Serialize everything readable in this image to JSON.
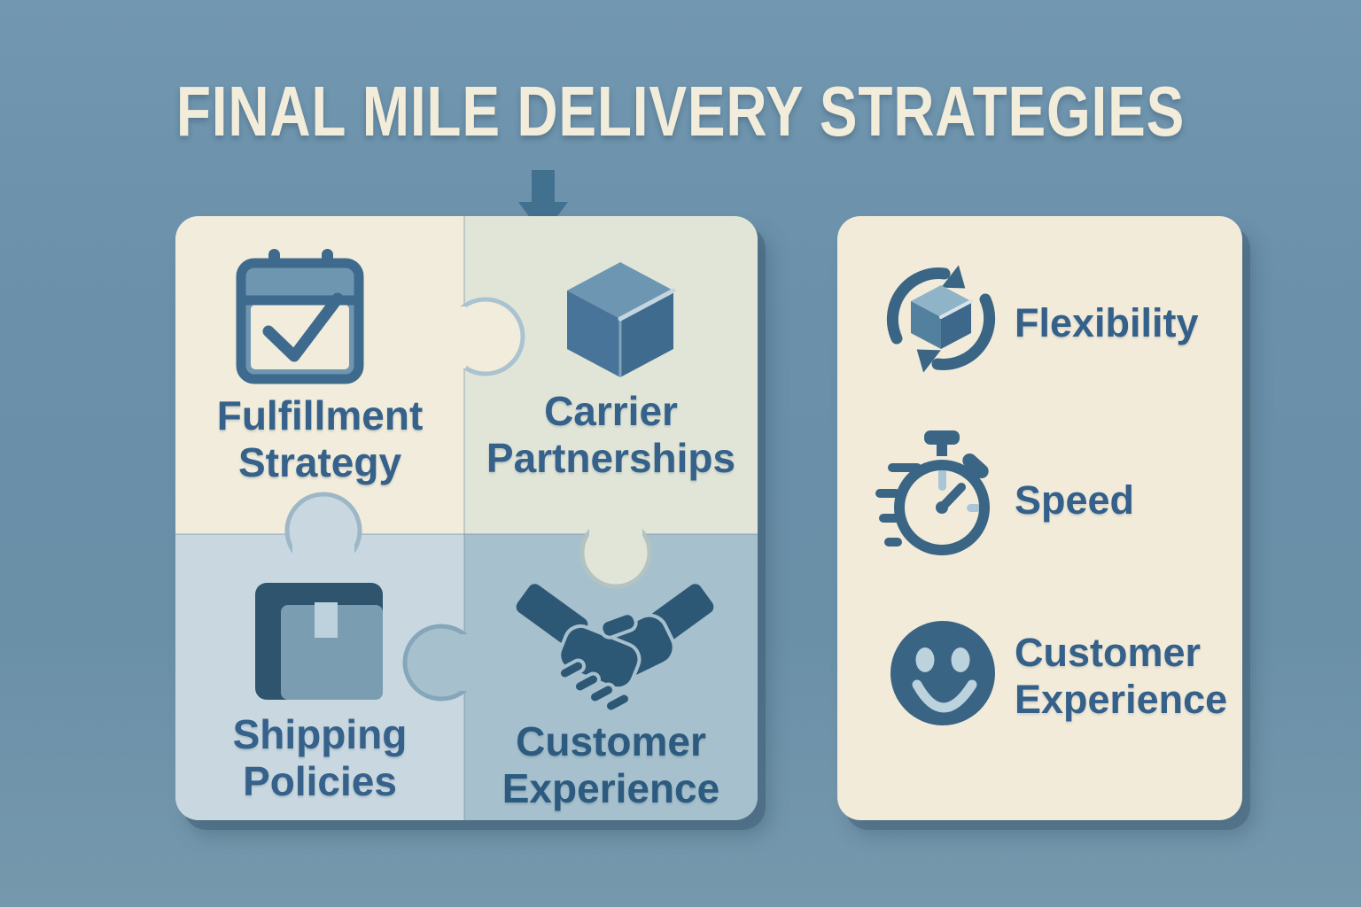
{
  "title": "FINAL MILE DELIVERY STRATEGIES",
  "arrow": {
    "icon": "down-arrow-icon"
  },
  "puzzle": {
    "pieces": [
      {
        "id": "fulfillment-strategy",
        "label_line1": "Fulfillment",
        "label_line2": "Strategy",
        "icon": "calendar-check-icon",
        "color": "#f1ecdb"
      },
      {
        "id": "carrier-partnerships",
        "label_line1": "Carrier",
        "label_line2": "Partnerships",
        "icon": "cube-icon",
        "color": "#e1e5d7"
      },
      {
        "id": "shipping-policies",
        "label_line1": "Shipping",
        "label_line2": "Policies",
        "icon": "package-icon",
        "color": "#c9d8e0"
      },
      {
        "id": "customer-experience",
        "label_line1": "Customer",
        "label_line2": "Experience",
        "icon": "handshake-icon",
        "color": "#a6c0cd"
      }
    ]
  },
  "benefits_panel": {
    "items": [
      {
        "label": "Flexibility",
        "icon": "cube-sync-icon"
      },
      {
        "label": "Speed",
        "icon": "stopwatch-icon"
      },
      {
        "label_line1": "Customer",
        "label_line2": "Experience",
        "icon": "smiley-face-icon"
      }
    ]
  },
  "colors": {
    "background": "#6e93ac",
    "title_text": "#f2ecda",
    "panel_background": "#f2ebd9",
    "accent_dark_blue": "#35618a",
    "arrow_blue": "#42708f",
    "icon_blue": "#3a6584"
  }
}
